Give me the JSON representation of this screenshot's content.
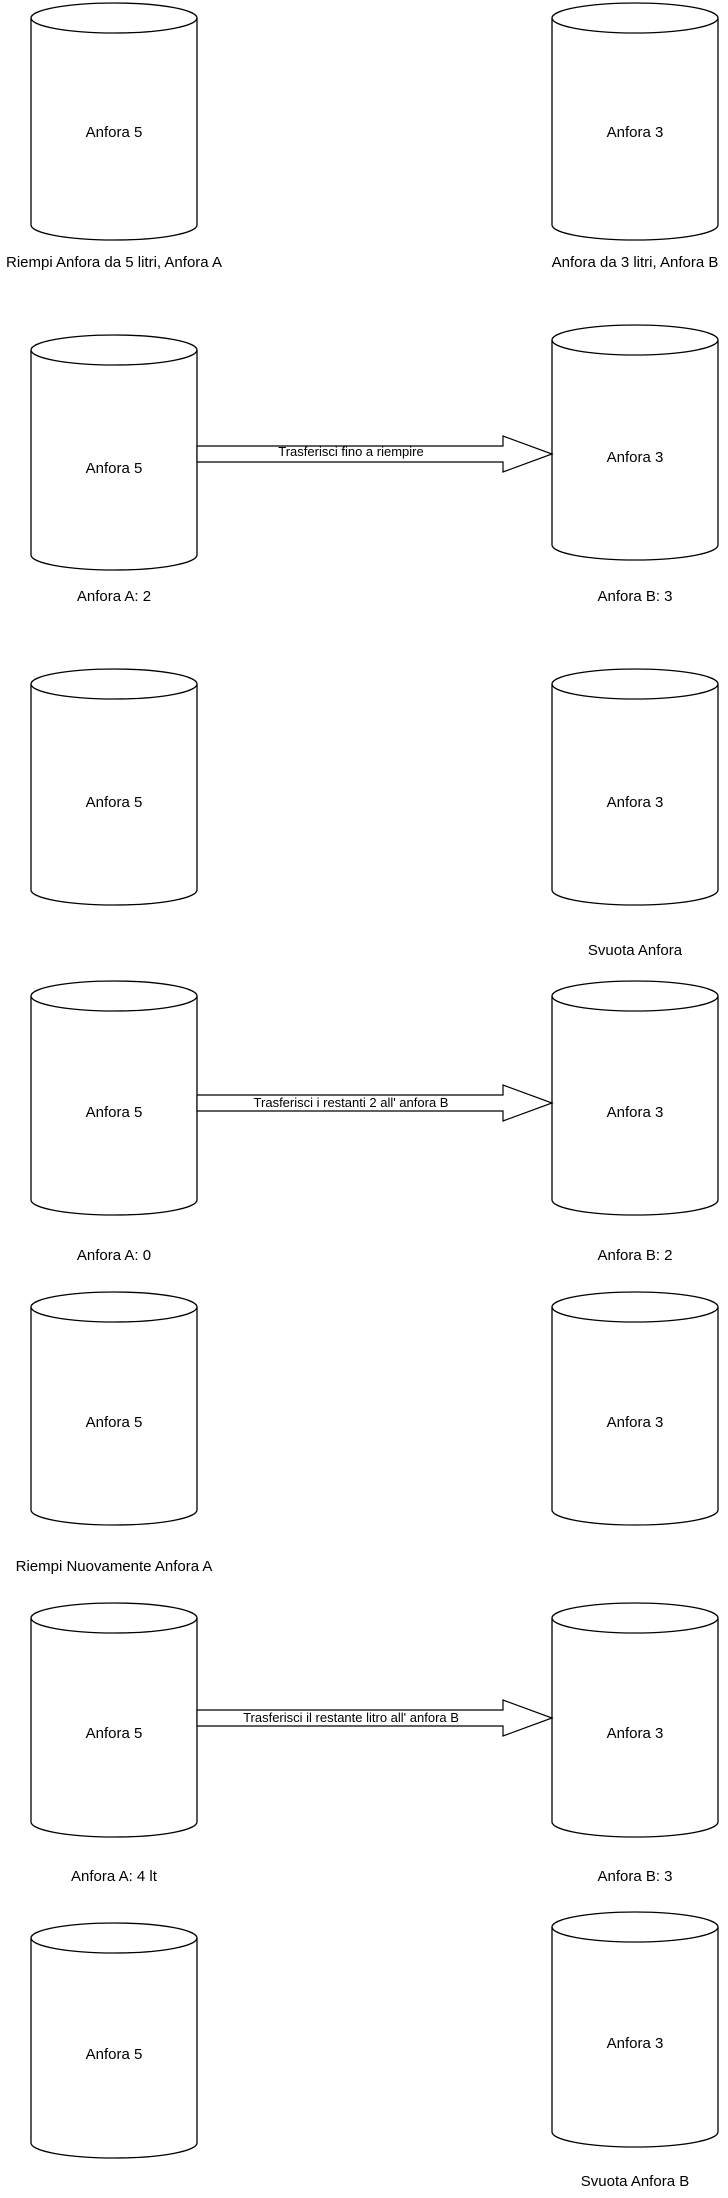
{
  "steps": [
    {
      "jar_a": "Anfora 5",
      "jar_b": "Anfora 3",
      "caption_a": "Riempi Anfora da 5 litri, Anfora A",
      "caption_b": "Anfora da 3 litri, Anfora B",
      "arrow": ""
    },
    {
      "jar_a": "Anfora 5",
      "jar_b": "Anfora 3",
      "caption_a": "Anfora A: 2",
      "caption_b": "Anfora B: 3",
      "arrow": "Trasferisci fino a riempire"
    },
    {
      "jar_a": "Anfora 5",
      "jar_b": "Anfora 3",
      "caption_a": "",
      "caption_b": "Svuota Anfora",
      "arrow": ""
    },
    {
      "jar_a": "Anfora 5",
      "jar_b": "Anfora 3",
      "caption_a": "Anfora A: 0",
      "caption_b": "Anfora B: 2",
      "arrow": "Trasferisci i restanti 2 all' anfora B"
    },
    {
      "jar_a": "Anfora 5",
      "jar_b": "Anfora 3",
      "caption_a": "Riempi Nuovamente Anfora A",
      "caption_b": "",
      "arrow": ""
    },
    {
      "jar_a": "Anfora 5",
      "jar_b": "Anfora 3",
      "caption_a": "Anfora A: 4 lt",
      "caption_b": "Anfora B: 3",
      "arrow": "Trasferisci il restante litro all' anfora B"
    },
    {
      "jar_a": "Anfora 5",
      "jar_b": "Anfora 3",
      "caption_a": "",
      "caption_b": "Svuota Anfora B",
      "arrow": ""
    }
  ],
  "colors": {
    "stroke": "#000000",
    "fill": "#ffffff"
  }
}
